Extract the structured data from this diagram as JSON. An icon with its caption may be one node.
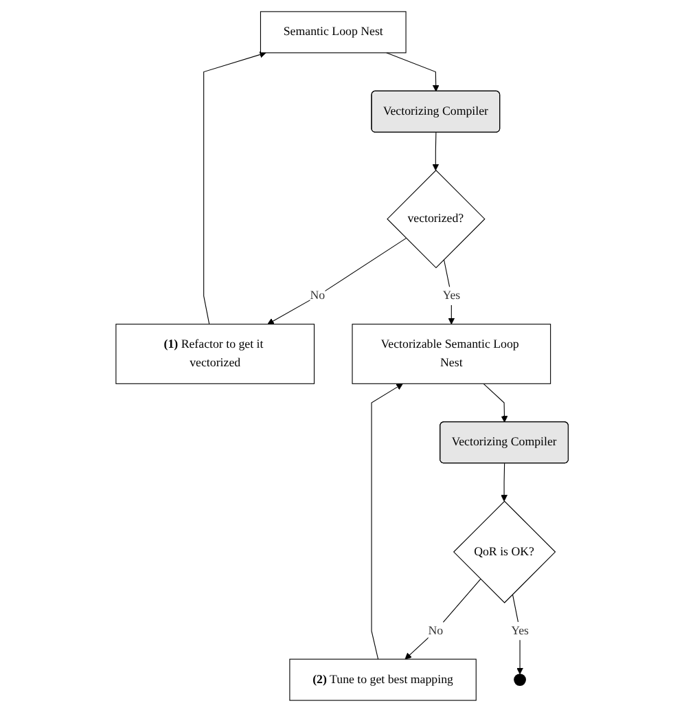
{
  "diagram": {
    "nodes": [
      {
        "text": [
          "Semantic Loop Nest"
        ]
      },
      {
        "text": [
          "**(1)** Refactor to get it vectorized"
        ]
      },
      {
        "text": [
          "Vectorizing Compiler"
        ]
      },
      {
        "text": [
          "vectorized?"
        ]
      },
      {
        "text": [
          "Vectorizable Semantic Loop Nest"
        ]
      },
      {
        "text": [
          "**(2)** Tune to get best mapping"
        ]
      },
      {
        "text": [
          "Vectorizing Compiler"
        ]
      },
      {
        "text": [
          "QoR is OK?"
        ]
      },
      {
        "text": [],
        "shape": "circle"
      }
    ],
    "edges": [
      {
        "from": 0,
        "to": 2,
        "arrow": "to"
      },
      {
        "from": 2,
        "to": 3,
        "arrow": "to"
      },
      {
        "from": 3,
        "to": 1,
        "arrow": "to",
        "label": "No"
      },
      {
        "from": 1,
        "to": 0,
        "arrow": "to"
      },
      {
        "from": 3,
        "to": 4,
        "arrow": "to",
        "label": "Yes"
      },
      {
        "from": 4,
        "to": 6,
        "arrow": "to"
      },
      {
        "from": 6,
        "to": 7,
        "arrow": "to"
      },
      {
        "from": 7,
        "to": 5,
        "arrow": "to",
        "label": "No"
      },
      {
        "from": 5,
        "to": 4,
        "arrow": "to"
      },
      {
        "from": 7,
        "to": 8,
        "arrow": "to",
        "label": "Yes"
      }
    ]
  }
}
